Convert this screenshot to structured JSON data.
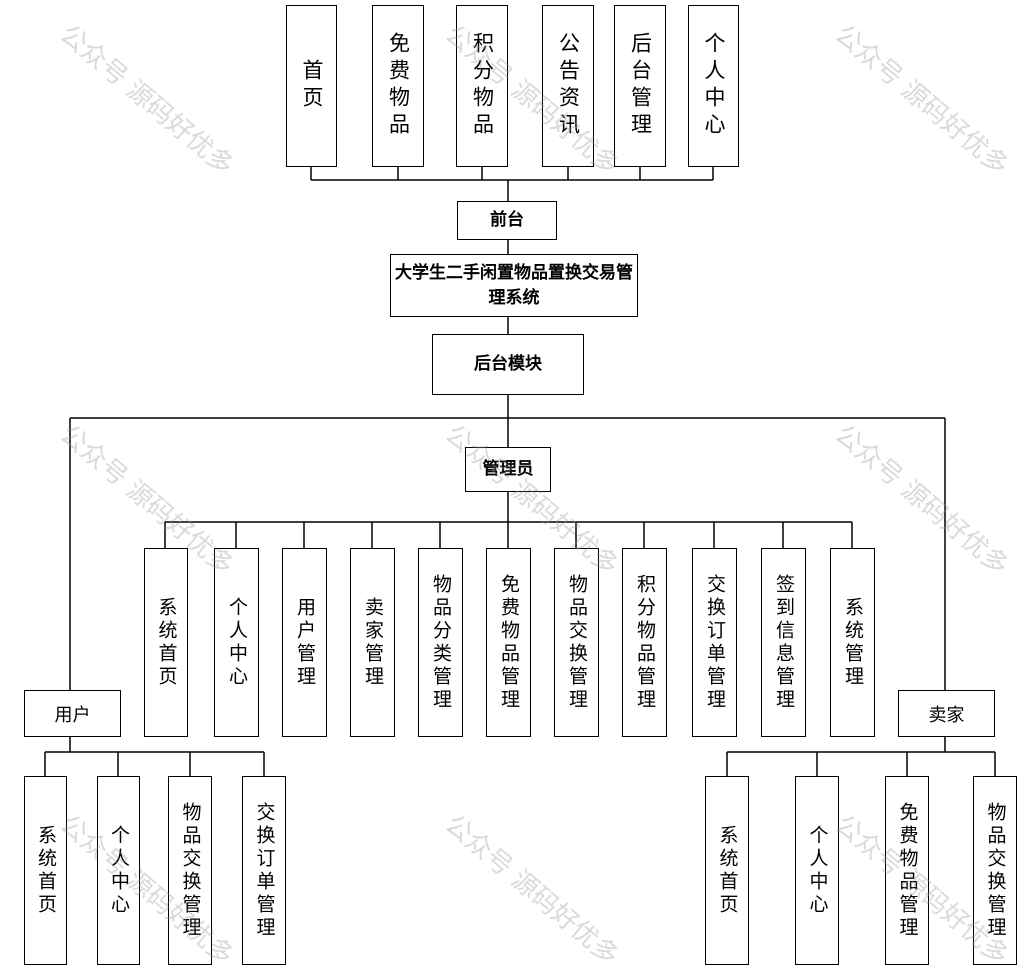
{
  "front": {
    "title": "前台",
    "items": [
      "首页",
      "免费物品",
      "积分物品",
      "公告资讯",
      "后台管理",
      "个人中心"
    ]
  },
  "system": {
    "title": "大学生二手闲置物品置换交易管理系统"
  },
  "backend": {
    "title": "后台模块"
  },
  "admin": {
    "title": "管理员",
    "items": [
      "系统首页",
      "个人中心",
      "用户管理",
      "卖家管理",
      "物品分类管理",
      "免费物品管理",
      "物品交换管理",
      "积分物品管理",
      "交换订单管理",
      "签到信息管理",
      "系统管理"
    ]
  },
  "user": {
    "title": "用户",
    "items": [
      "系统首页",
      "个人中心",
      "物品交换管理",
      "交换订单管理"
    ]
  },
  "seller": {
    "title": "卖家",
    "items": [
      "系统首页",
      "个人中心",
      "免费物品管理",
      "物品交换管理"
    ]
  },
  "watermark": "公众号 源码好优多"
}
